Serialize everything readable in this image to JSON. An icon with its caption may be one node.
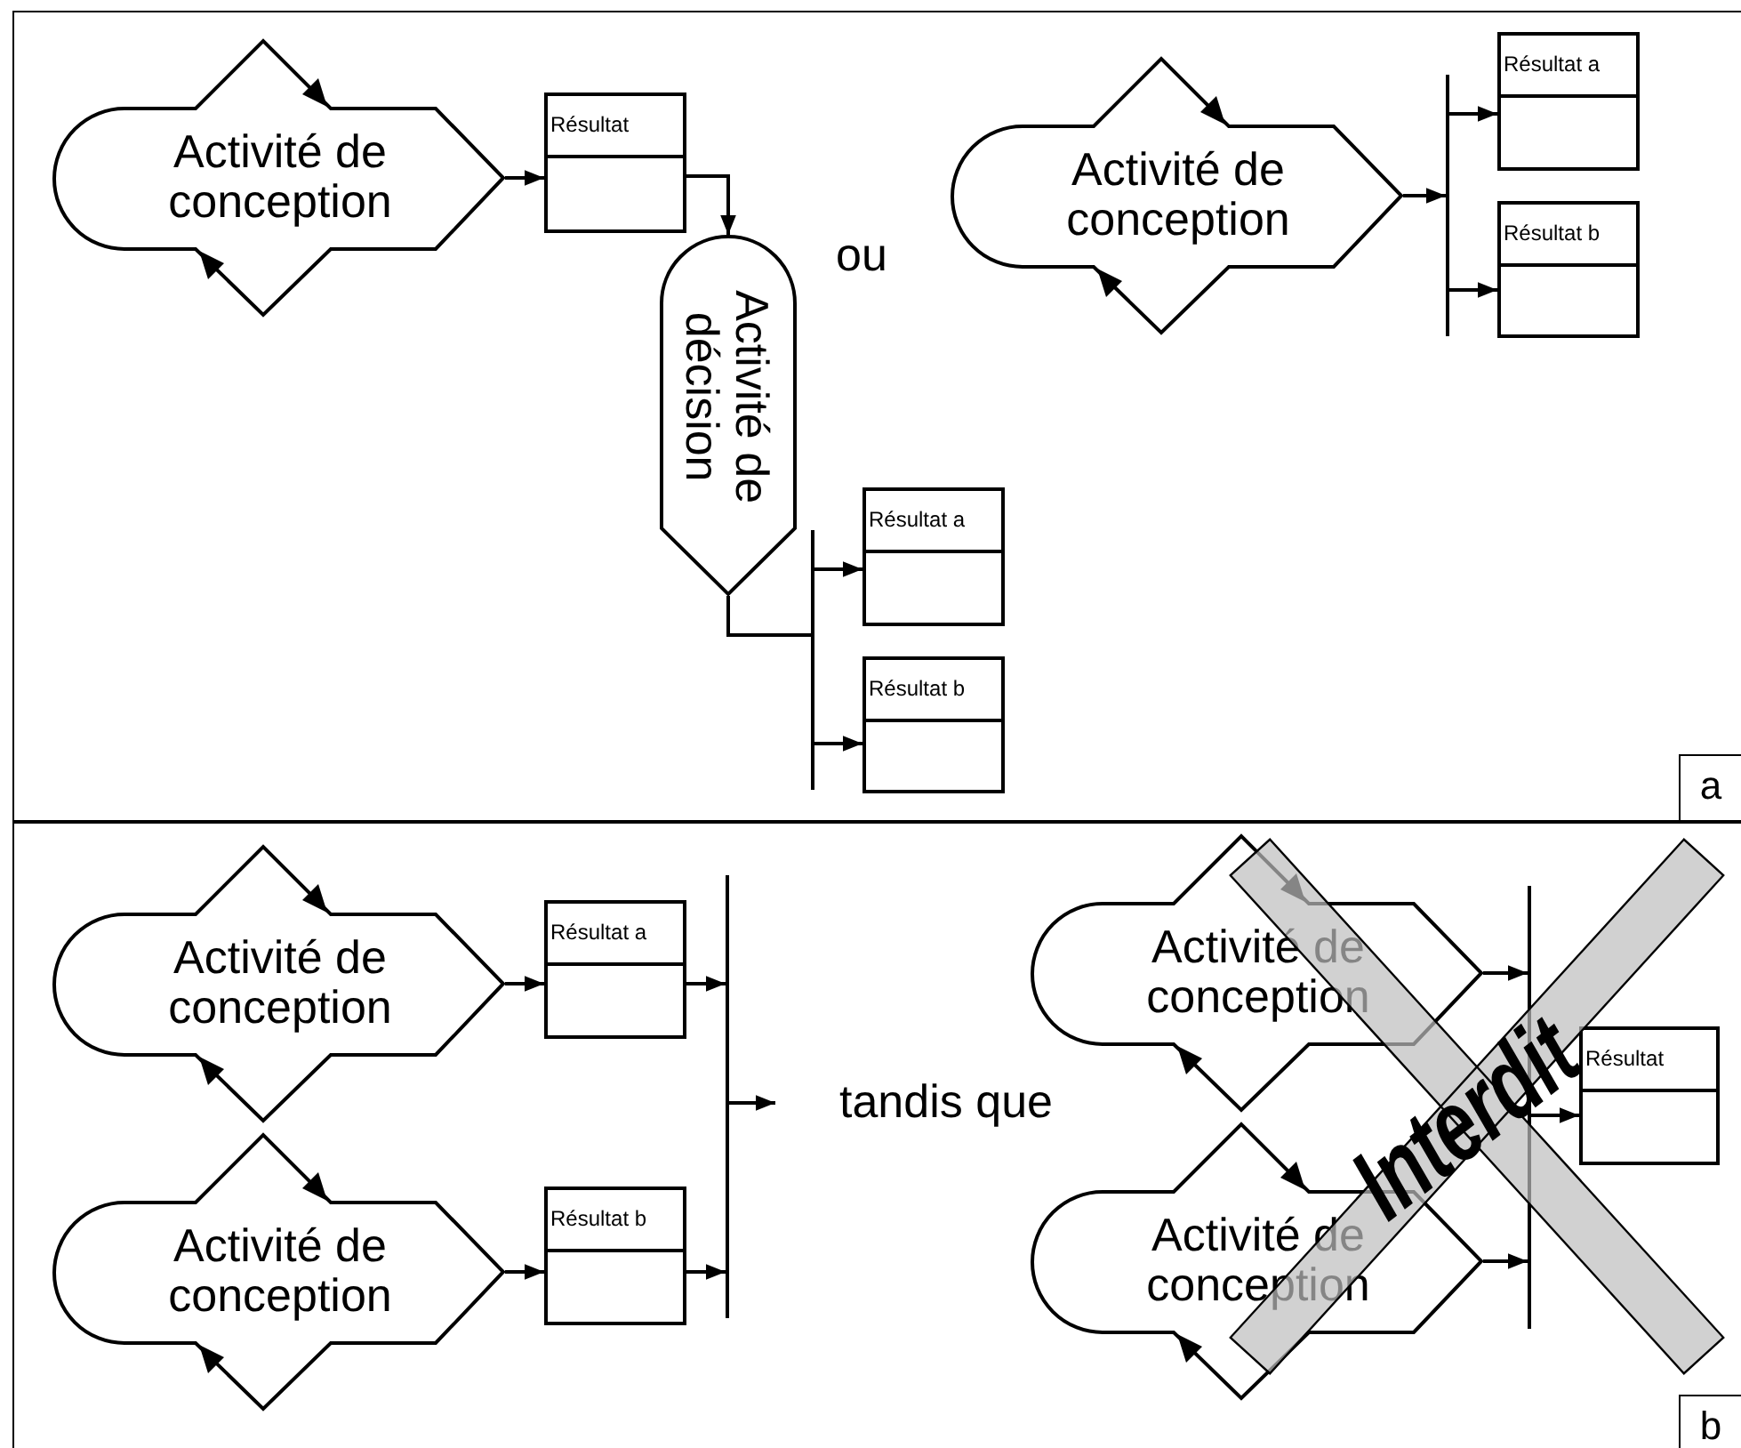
{
  "diagram": {
    "nodes": [
      {
        "text": [
          "a"
        ]
      },
      {
        "text": [
          "Activité de conception"
        ],
        "in": 0
      },
      {
        "text": [
          "Résultat"
        ],
        "in": 0
      },
      {
        "text": [
          "Activité de décision"
        ],
        "in": 0
      },
      {
        "text": [],
        "shape": "bar",
        "in": 0
      },
      {
        "text": [
          "Résultat a"
        ],
        "in": 0
      },
      {
        "text": [
          "Résultat b"
        ],
        "in": 0
      },
      {
        "text": [
          "Activité de conception"
        ],
        "in": 0
      },
      {
        "text": [],
        "shape": "bar",
        "in": 0
      },
      {
        "text": [
          "Résultat a"
        ],
        "in": 0
      },
      {
        "text": [
          "Résultat b"
        ],
        "in": 0
      },
      {
        "text": [
          "b"
        ]
      },
      {
        "text": [
          "Activité de conception"
        ],
        "in": 11
      },
      {
        "text": [
          "Activité de conception"
        ],
        "in": 11
      },
      {
        "text": [
          "Résultat a"
        ],
        "in": 11
      },
      {
        "text": [
          "Résultat b"
        ],
        "in": 11
      },
      {
        "text": [],
        "shape": "bar",
        "in": 11
      },
      {
        "text": [
          "Activité de conception"
        ],
        "in": 11
      },
      {
        "text": [
          "Activité de conception"
        ],
        "in": 11
      },
      {
        "text": [],
        "shape": "bar",
        "in": 11
      },
      {
        "text": [
          "Résultat"
        ],
        "in": 11
      }
    ],
    "edges": [
      {
        "from": 1,
        "to": 2,
        "arrow": "to"
      },
      {
        "from": 2,
        "to": 3,
        "arrow": "to"
      },
      {
        "from": 3,
        "to": 4,
        "arrow": "none"
      },
      {
        "from": 4,
        "to": 5,
        "arrow": "to"
      },
      {
        "from": 4,
        "to": 6,
        "arrow": "to"
      },
      {
        "from": 7,
        "to": 8,
        "arrow": "to"
      },
      {
        "from": 8,
        "to": 9,
        "arrow": "to"
      },
      {
        "from": 8,
        "to": 10,
        "arrow": "to"
      },
      {
        "from": 12,
        "to": 14,
        "arrow": "to"
      },
      {
        "from": 13,
        "to": 15,
        "arrow": "to"
      },
      {
        "from": 14,
        "to": 16,
        "arrow": "to"
      },
      {
        "from": 15,
        "to": 16,
        "arrow": "to"
      },
      {
        "from": 16,
        "to": null,
        "arrow": "to"
      },
      {
        "from": 17,
        "to": 19,
        "arrow": "to"
      },
      {
        "from": 18,
        "to": 19,
        "arrow": "to"
      },
      {
        "from": 19,
        "to": 20,
        "arrow": "to"
      }
    ],
    "labels": [
      "ou",
      "tandis que",
      "Interdit"
    ]
  }
}
